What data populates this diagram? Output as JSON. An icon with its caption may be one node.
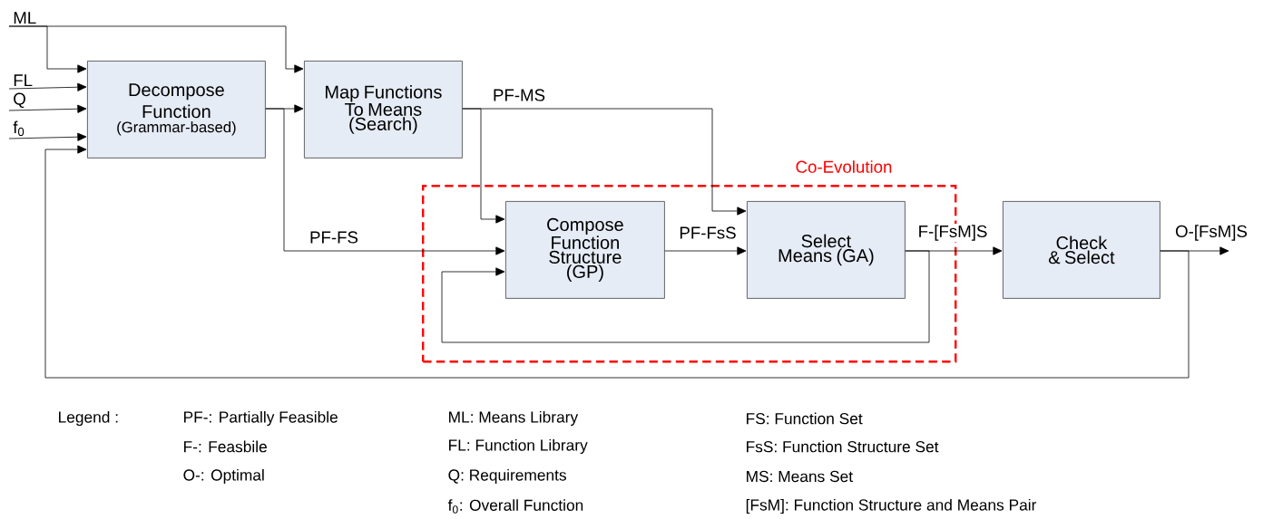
{
  "diagram": {
    "nodes": [
      {
        "text": [
          "Decompose Function",
          "(Grammar-based)"
        ]
      },
      {
        "text": [
          "Map Functions To Means (Search)"
        ]
      },
      {
        "text": [
          "Co-Evolution"
        ]
      },
      {
        "text": [
          "Compose Function Structure (GP)"
        ],
        "in": 2
      },
      {
        "text": [
          "Select Means (GA)"
        ],
        "in": 2
      },
      {
        "text": [
          "Check & Select"
        ]
      },
      {
        "text": [
          "ML"
        ]
      },
      {
        "text": [
          "FL"
        ]
      },
      {
        "text": [
          "Q"
        ]
      },
      {
        "text": [
          "f$_{0}$"
        ]
      }
    ],
    "edges": [
      {
        "from": 6,
        "to": 0,
        "arrow": "to"
      },
      {
        "from": 6,
        "to": 1,
        "arrow": "to"
      },
      {
        "from": 7,
        "to": 0,
        "arrow": "to"
      },
      {
        "from": 8,
        "to": 0,
        "arrow": "to"
      },
      {
        "from": 9,
        "to": 0,
        "arrow": "to"
      },
      {
        "from": 0,
        "to": 1,
        "arrow": "to"
      },
      {
        "from": 0,
        "to": 3,
        "arrow": "to",
        "label": "PF-FS"
      },
      {
        "from": 1,
        "to": 3,
        "arrow": "to"
      },
      {
        "from": 1,
        "to": 4,
        "arrow": "to",
        "label": "PF-MS"
      },
      {
        "from": 3,
        "to": 4,
        "arrow": "to",
        "label": "PF-FsS"
      },
      {
        "from": 4,
        "to": 5,
        "arrow": "to",
        "label": "F-[FsM]S"
      },
      {
        "from": 4,
        "to": 3,
        "arrow": "to"
      },
      {
        "from": 5,
        "to": null,
        "arrow": "to",
        "label": "O-[FsM]S"
      },
      {
        "from": 5,
        "to": 0,
        "arrow": "to"
      }
    ],
    "labels": [
      "Legend :",
      "PF-: Partially Feasible",
      "ML: Means Library",
      "FS: Function Set",
      "F-: Feasbile",
      "FL: Function Library",
      "FsS: Function Structure Set",
      "O-: Optimal",
      "Q: Requirements",
      "MS: Means Set",
      "f$_{0}$: Overall Function",
      "[FsM]: Function Structure and Means Pair"
    ]
  }
}
